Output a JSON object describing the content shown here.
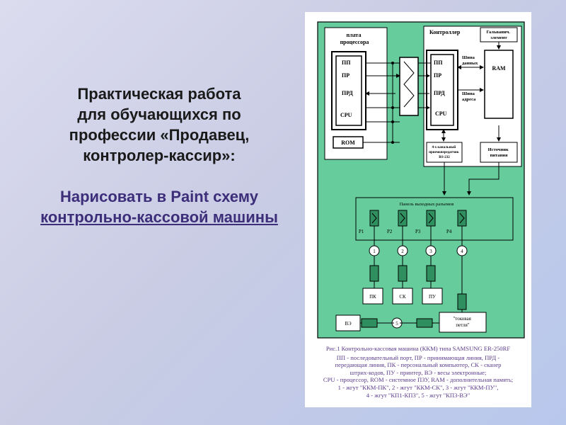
{
  "slide": {
    "heading": "Практическая работа\nдля обучающихся по\nпрофессии «Продавец,\nконтролер-кассир»:",
    "task_prefix": "Нарисовать в Paint схему",
    "task_link": "контрольно-кассовой машины"
  },
  "diagram": {
    "cpu_board_title": "плата\nпроцессора",
    "controller_title": "Контроллер",
    "galvanic": "Гальванич.\nэлемент",
    "ram": "RAM",
    "data_bus": "Шина\nданных",
    "addr_bus": "Шина\nадреса",
    "pp": "ПП",
    "pr": "ПР",
    "prd": "ПРД",
    "cpu": "CPU",
    "rom": "ROM",
    "transceiver": "4-х канальный\nприемопередатчик\nRS-232",
    "power": "Источник\nпитания",
    "connectors_panel": "Панель выходных разъемов",
    "ports": [
      "P1",
      "P2",
      "P3",
      "P4"
    ],
    "harness_nums": [
      "1",
      "2",
      "3",
      "4",
      "5"
    ],
    "pk": "ПК",
    "sk": "СК",
    "pu": "ПУ",
    "ve": "ВЭ",
    "current_loop": "\"токовая\nпетля\"",
    "caption_title": "Рис.1 Контрольно-кассовая машина (ККМ) типа SAMSUNG ER-250RF",
    "caption_lines": [
      "ПП - последовательный порт, ПР - принимающая линия, ПРД -",
      "передающая линия, ПК - персональный компьютер, СК - сканер",
      "штрих-кодов, ПУ - принтер, ВЭ - весы электронные;",
      "CPU - процессор, ROM - системное ПЗУ, RAM - дополнительная память;",
      "1 - жгут \"ККМ-ПК\", 2 - жгут \"ККМ-СК\", 3 - жгут \"ККМ-ПУ\",",
      "4 - жгут  \"КП1-КП3\", 5 - жгут \"КП3-ВЭ\""
    ]
  },
  "colors": {
    "board_green": "#66cc9c",
    "line": "#000000",
    "caption": "#5a3a8a",
    "task_text": "#3d2e7a"
  }
}
